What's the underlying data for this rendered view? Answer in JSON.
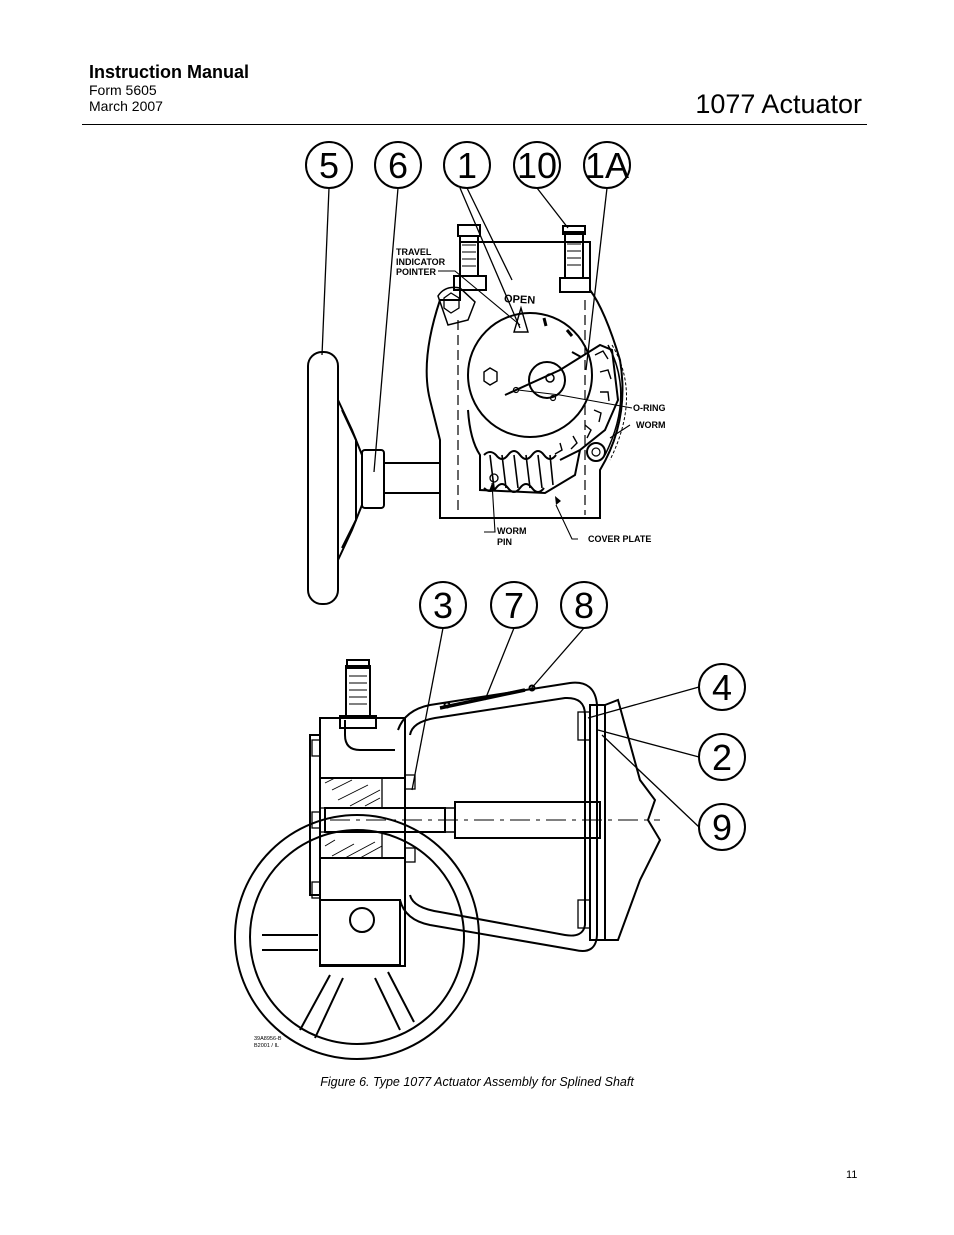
{
  "header": {
    "manual_title": "Instruction Manual",
    "form": "Form 5605",
    "date": "March 2007",
    "product_title": "1077 Actuator"
  },
  "figure": {
    "balloons_top": [
      "5",
      "6",
      "1",
      "10",
      "1A"
    ],
    "balloons_bottom": [
      "3",
      "7",
      "8"
    ],
    "balloons_right": [
      "4",
      "2",
      "9"
    ],
    "labels": {
      "travel_indicator_pointer": [
        "TRAVEL",
        "INDICATOR",
        "POINTER"
      ],
      "dial_open": "OPEN",
      "o_ring": "O-RING",
      "worm": "WORM",
      "worm_pin": [
        "WORM",
        "PIN"
      ],
      "cover_plate": "COVER PLATE"
    },
    "drawing_number": [
      "39A8956-B",
      "B2001 / IL"
    ],
    "caption": "Figure 6. Type 1077 Actuator Assembly for Splined Shaft"
  },
  "page_number": "11"
}
